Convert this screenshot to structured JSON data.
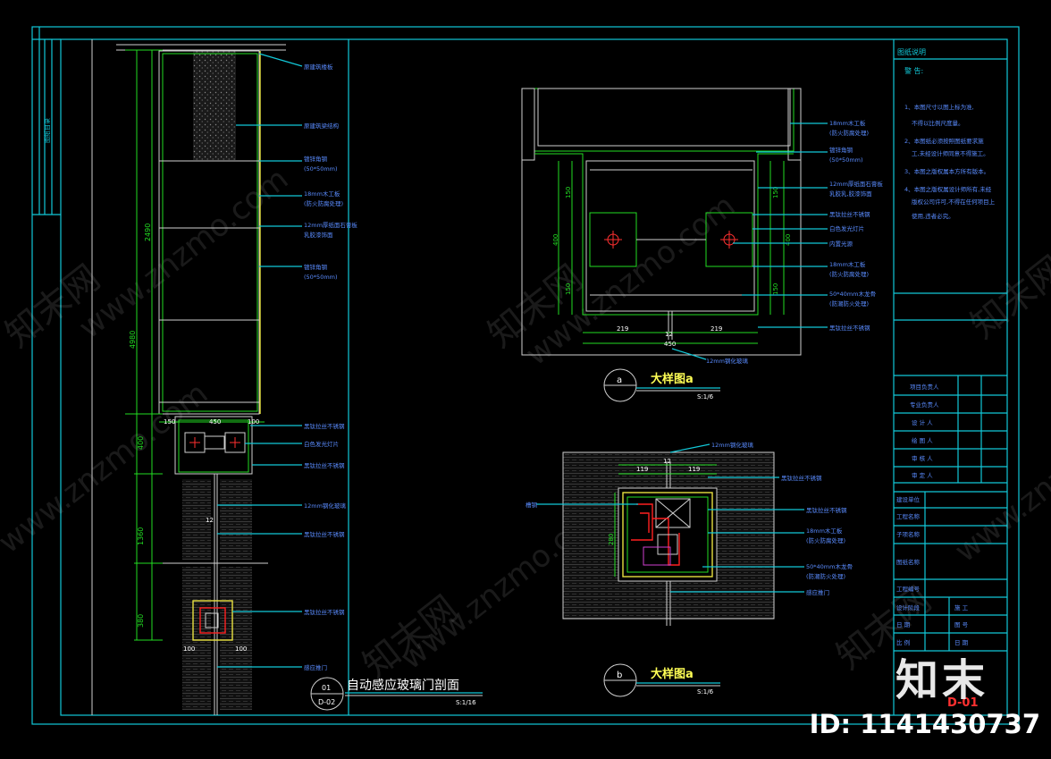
{
  "section": {
    "title": "自动感应玻璃门剖面",
    "number": "01",
    "sheet": "D-02",
    "scale": "S:1/16",
    "dims_vertical": [
      "2490",
      "4980",
      "400",
      "1360",
      "380"
    ],
    "dims_horizontal": [
      "150",
      "450",
      "100",
      "12",
      "100",
      "100"
    ],
    "labels": [
      "原建筑楼板",
      "原建筑梁结构",
      "镀锌角钢",
      "(50*50mm)",
      "18mm木工板",
      "(防火防腐处理)",
      "12mm厚纸面石膏板",
      "乳胶漆饰面",
      "镀锌角钢",
      "(50*50mm)",
      "黑钛拉丝不锈钢",
      "白色发光灯片",
      "黑钛拉丝不锈钢",
      "12mm钢化玻璃",
      "黑钛拉丝不锈钢",
      "黑钛拉丝不锈钢",
      "感应推门"
    ]
  },
  "detail_a": {
    "title": "大样图a",
    "marker": "a",
    "scale": "S:1/6",
    "dims": [
      "150",
      "400",
      "150",
      "150",
      "400",
      "150",
      "219",
      "219",
      "12",
      "450"
    ],
    "labels": [
      "18mm木工板",
      "(防火防腐处理)",
      "镀锌角钢",
      "(50*50mm)",
      "12mm厚纸面石膏板",
      "乳胶乳,胶漆饰面",
      "黑钛拉丝不锈钢",
      "白色发光灯片",
      "内置光源",
      "18mm木工板",
      "(防火防腐处理)",
      "50*40mm木龙骨",
      "(防潮防火处理)",
      "黑钛拉丝不锈钢"
    ],
    "bottom_label": "12mm钢化玻璃"
  },
  "detail_b": {
    "title": "大样图a",
    "marker": "b",
    "scale": "S:1/6",
    "dims": [
      "12",
      "119",
      "119",
      "280"
    ],
    "top_label": "12mm钢化玻璃",
    "left_label": "槽钢",
    "labels": [
      "黑钛拉丝不锈钢",
      "黑钛拉丝不锈钢",
      "18mm木工板",
      "(防火防腐处理)",
      "50*40mm木龙骨",
      "(防潮防火处理)",
      "感应推门"
    ]
  },
  "title_block": {
    "header": "图纸说明",
    "subheader": "警 告:",
    "notes": [
      "1、本图尺寸以图上标为准,",
      "不得以比例尺度量。",
      "2、本图纸必须按照图纸要求施",
      "工,未经设计师同意不得施工。",
      "3、本图之版权属本方所有版本。",
      "4、本图之版权属设计师所有,未经",
      "版权公司许可,不得在任何项目上",
      "使用,违者必究。"
    ],
    "roles": [
      "项目负责人",
      "专业负责人",
      "设 计 人",
      "绘 图 人",
      "审 核 人",
      "审 定 人"
    ],
    "fields": [
      "建设单位",
      "工程名称",
      "子项名称",
      "图纸名称",
      "工程编号"
    ],
    "footer_rows": [
      [
        "设计阶段",
        "施  工"
      ],
      [
        "日  期",
        "图  号"
      ],
      [
        "比  例",
        "日  期"
      ]
    ],
    "drawing_no": "D-01"
  },
  "side_strip": "图纸目录",
  "watermark": {
    "cn": "知末网",
    "url": "www.znzmo.com",
    "brand": "知末",
    "id": "ID: 1141430737"
  },
  "colors": {
    "frame": "#12c8d8",
    "green": "#22dd22",
    "yellow": "#ffff55",
    "blue": "#5a8cff",
    "red": "#ff3030"
  }
}
